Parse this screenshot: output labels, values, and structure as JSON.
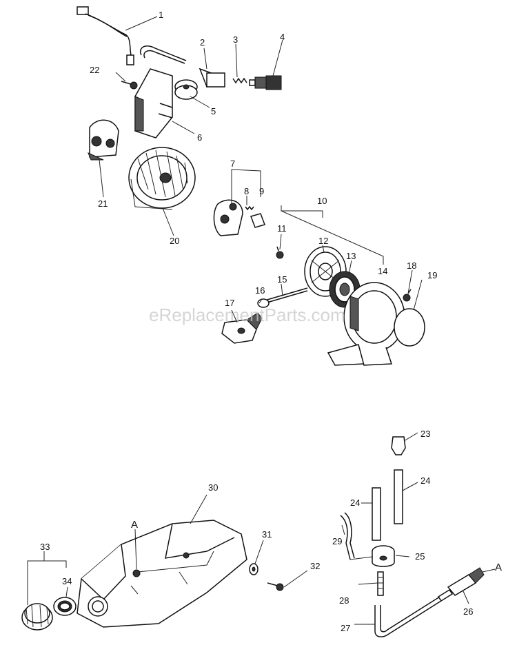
{
  "watermark": "eReplacementParts.com",
  "labels": {
    "l1": "1",
    "l2": "2",
    "l3": "3",
    "l4": "4",
    "l5": "5",
    "l6": "6",
    "l7": "7",
    "l8": "8",
    "l9": "9",
    "l10": "10",
    "l11": "11",
    "l12": "12",
    "l13": "13",
    "l14": "14",
    "l15": "15",
    "l16": "16",
    "l17": "17",
    "l18": "18",
    "l19": "19",
    "l20": "20",
    "l21": "21",
    "l22": "22",
    "l23": "23",
    "l24a": "24",
    "l24b": "24",
    "l25": "25",
    "l26": "26",
    "l27": "27",
    "l28": "28",
    "l29": "29",
    "l30": "30",
    "l31": "31",
    "l32": "32",
    "l33": "33",
    "l34": "34",
    "refA1": "A",
    "refA2": "A"
  }
}
